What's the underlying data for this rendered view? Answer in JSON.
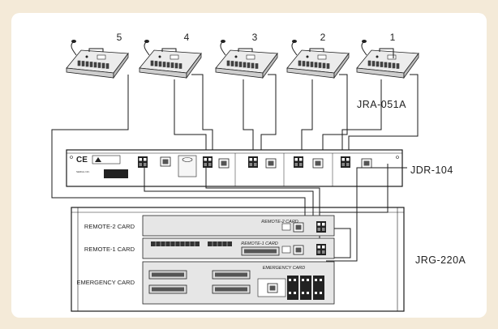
{
  "colors": {
    "outer_bg": "#f4ead8",
    "panel_bg": "#ffffff",
    "line": "#1a1a1a",
    "face": "#e8e8e8",
    "dark": "#333333"
  },
  "stations": [
    {
      "number": "5",
      "icon": "microphone-console-icon"
    },
    {
      "number": "4",
      "icon": "microphone-console-icon"
    },
    {
      "number": "3",
      "icon": "microphone-console-icon"
    },
    {
      "number": "2",
      "icon": "microphone-console-icon"
    },
    {
      "number": "1",
      "icon": "microphone-console-icon"
    }
  ],
  "model_labels": {
    "console": "JRA-051A",
    "distributor": "JDR-104",
    "rack": "JRG-220A"
  },
  "distributor": {
    "serial_label": "SERIAL NO.",
    "ce_mark": "CE"
  },
  "rack_cards": [
    {
      "label": "REMOTE-2 CARD",
      "title": "REMOTE-2 CARD"
    },
    {
      "label": "REMOTE-1 CARD",
      "title": "REMOTE-1 CARD"
    },
    {
      "label": "EMERGENCY CARD",
      "title": "EMERGENCY CARD"
    }
  ]
}
